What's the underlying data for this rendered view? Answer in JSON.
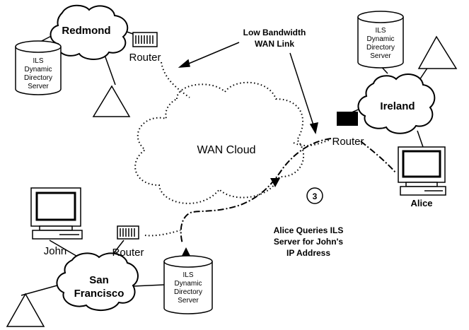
{
  "sites": {
    "redmond": "Redmond",
    "ireland": "Ireland",
    "san_francisco_1": "San",
    "san_francisco_2": "Francisco"
  },
  "routers": {
    "redmond": "Router",
    "ireland": "Router",
    "san_francisco": "Router"
  },
  "servers": {
    "line1": "ILS",
    "line2": "Dynamic",
    "line3": "Directory",
    "line4": "Server"
  },
  "wan_cloud": "WAN Cloud",
  "link_label": {
    "line1": "Low Bandwidth",
    "line2": "WAN Link"
  },
  "users": {
    "alice": "Alice",
    "john": "John"
  },
  "step": "3",
  "query_text": {
    "line1": "Alice Queries ILS",
    "line2": "Server for John's",
    "line3": "IP Address"
  }
}
